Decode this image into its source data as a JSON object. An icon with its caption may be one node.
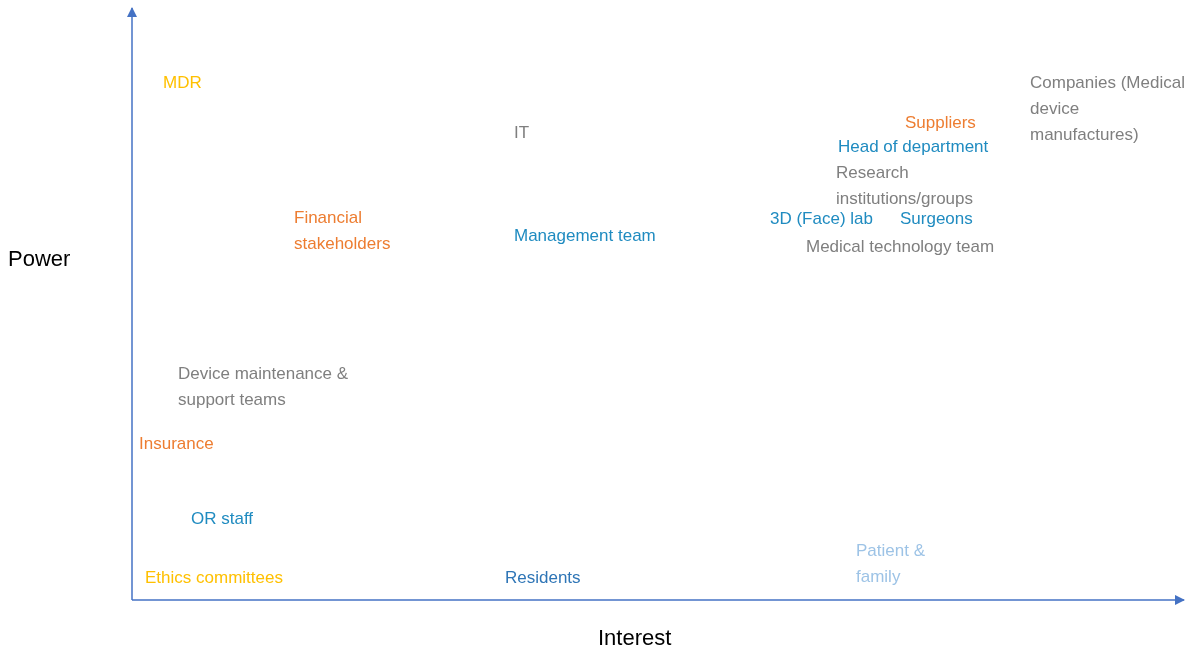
{
  "diagram": {
    "labels": [
      "MDR",
      "Companies (Medical device manufactures)",
      "IT",
      "Suppliers",
      "Head of department",
      "Research institutions/groups",
      "Financial stakeholders",
      "3D (Face) lab",
      "Surgeons",
      "Management team",
      "Medical technology team",
      "Power",
      "Device maintenance & support teams",
      "Insurance",
      "OR staff",
      "Patient & family",
      "Ethics committees",
      "Residents",
      "Interest"
    ]
  }
}
